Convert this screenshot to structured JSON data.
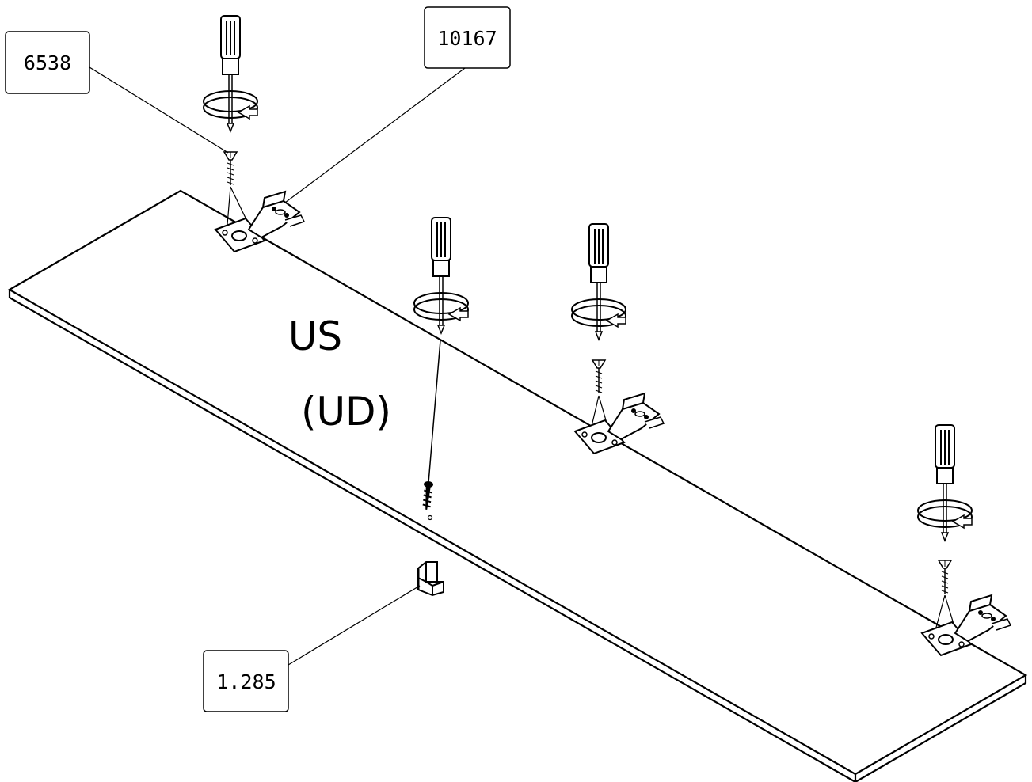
{
  "panel": {
    "name": "US",
    "sub": "(UD)"
  },
  "callouts": {
    "screw_code": "6538",
    "hinge_code": "10167",
    "bracket_code": "1.285"
  },
  "icons": [
    "screwdriver-icon",
    "rotation-arrow-icon",
    "countersunk-screw-icon",
    "hinge-plate-icon",
    "wood-screw-icon",
    "corner-bracket-icon"
  ]
}
